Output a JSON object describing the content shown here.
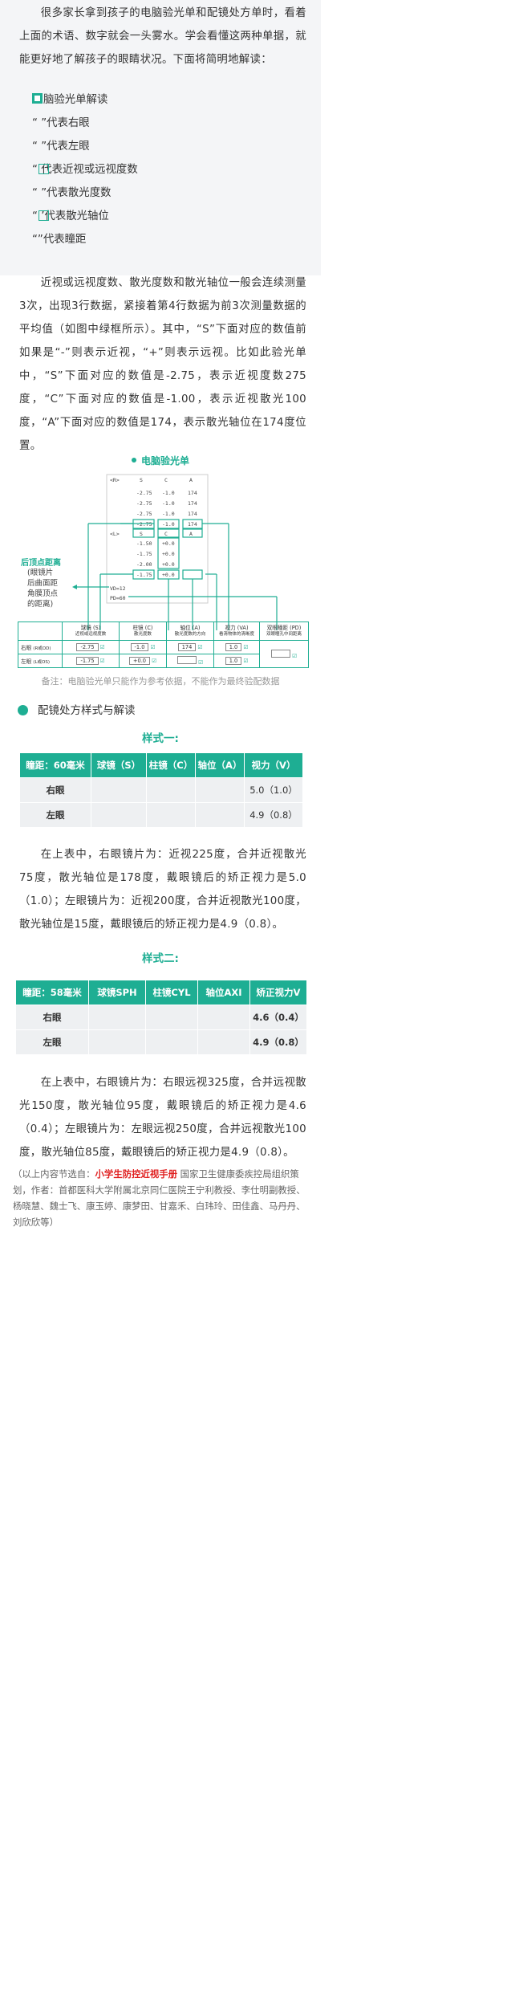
{
  "intro_paragraph": "很多家长拿到孩子的电脑验光单和配镜处方单时，看着上面的术语、数字就会一头雾水。学会看懂这两种单据，就能更好地了解孩子的眼睛状况。下面将简明地解读：",
  "legend_list": {
    "title": "脑验光单解读",
    "items": [
      "“  ”代表右眼",
      "“  ”代表左眼",
      "“ 代表近视或远视度数",
      "“  ”代表散光度数",
      "“ ’代表散光轴位",
      "“”代表瞳距"
    ]
  },
  "explanation_paragraph": "近视或远视度数、散光度数和散光轴位一般会连续测量3次，出现3行数据，紧接着第4行数据为前3次测量数据的平均值（如图中绿框所示）。其中，“S”下面对应的数值前如果是“-”则表示近视，“+”则表示远视。比如此验光单中，“S”下面对应的数值是-2.75，表示近视度数275度，“C”下面对应的数值是-1.00，表示近视散光100度，“A”下面对应的数值是174，表示散光轴位在174度位置。",
  "diagram": {
    "title": "电脑验光单",
    "slip": {
      "right_marker": "<R>",
      "left_marker": "<L>",
      "headers": [
        "S",
        "C",
        "A"
      ],
      "right_rows": [
        [
          "-2.75",
          "-1.0",
          "174"
        ],
        [
          "-2.75",
          "-1.0",
          "174"
        ],
        [
          "-2.75",
          "-1.0",
          "174"
        ]
      ],
      "right_avg": [
        "-2.75",
        "-1.0",
        "174"
      ],
      "left_rows": [
        [
          "-1.50",
          "+0.0",
          ""
        ],
        [
          "-1.75",
          "+0.0",
          ""
        ],
        [
          "-2.00",
          "+0.0",
          ""
        ]
      ],
      "left_avg": [
        "-1.75",
        "+0.0",
        ""
      ],
      "vd": "VD=12",
      "pd": "PD=60"
    },
    "vertex_title": "后顶点距离",
    "vertex_desc": [
      "(眼镜片",
      "后曲面距",
      "角膜顶点",
      "的距离)"
    ],
    "table": {
      "columns": [
        {
          "name": "球镜 (S)",
          "sub": "近视或远视度数"
        },
        {
          "name": "柱镜 (C)",
          "sub": "散光度数"
        },
        {
          "name": "轴位 (A)",
          "sub": "散光度数的方向"
        },
        {
          "name": "视力 (VA)",
          "sub": "看清物体的清晰度"
        },
        {
          "name": "双眼瞳距 (PD)",
          "sub": "双眼瞳孔中间距离"
        }
      ],
      "rows": [
        {
          "label": "右眼",
          "sub": "(R或OD)",
          "values": [
            "-2.75",
            "-1.0",
            "174",
            "1.0",
            ""
          ]
        },
        {
          "label": "左眼",
          "sub": "(L或OS)",
          "values": [
            "-1.75",
            "+0.0",
            "",
            "1.0",
            ""
          ]
        }
      ]
    }
  },
  "diagram_note": "备注：电脑验光单只能作为参考依据，不能作为最终验配数据",
  "section2_title": "配镜处方样式与解读",
  "style1": {
    "title": "样式一:",
    "headers": [
      "瞳距：60毫米",
      "球镜（S）",
      "柱镜（C）",
      "轴位（A）",
      "视力（V）"
    ],
    "rows": [
      [
        "右眼",
        "",
        "",
        "",
        "5.0（1.0）"
      ],
      [
        "左眼",
        "",
        "",
        "",
        "4.9（0.8）"
      ]
    ],
    "paragraph": "在上表中，右眼镜片为：近视225度，合并近视散光75度，散光轴位是178度，戴眼镜后的矫正视力是5.0（1.0）；左眼镜片为：近视200度，合并近视散光100度，散光轴位是15度，戴眼镜后的矫正视力是4.9（0.8）。"
  },
  "style2": {
    "title": "样式二:",
    "headers": [
      "瞳距：58毫米",
      "球镜SPH",
      "柱镜CYL",
      "轴位AXI",
      "矫正视力V"
    ],
    "rows": [
      [
        "右眼",
        "",
        "",
        "",
        "4.6（0.4）"
      ],
      [
        "左眼",
        "",
        "",
        "",
        "4.9（0.8）"
      ]
    ],
    "paragraph": "在上表中，右眼镜片为：右眼远视325度，合并远视散光150度，散光轴位95度，戴眼镜后的矫正视力是4.6（0.4）；左眼镜片为：左眼远视250度，合并远视散光100度，散光轴位85度，戴眼镜后的矫正视力是4.9（0.8）。"
  },
  "footer": {
    "prefix": "（以上内容节选自：",
    "highlight": "小学生防控近视手册",
    "rest": " 国家卫生健康委疾控局组织策划，作者：首都医科大学附属北京同仁医院王宁利教授、李仕明副教授、杨晓慧、魏士飞、康玉婷、康梦田、甘嘉禾、白玮玲、田佳鑫、马丹丹、刘欣欣等）"
  },
  "colors": {
    "accent": "#1eae93",
    "highlight": "#e02020",
    "band": "#f4f5f7",
    "table_bg": "#eef0f2"
  }
}
